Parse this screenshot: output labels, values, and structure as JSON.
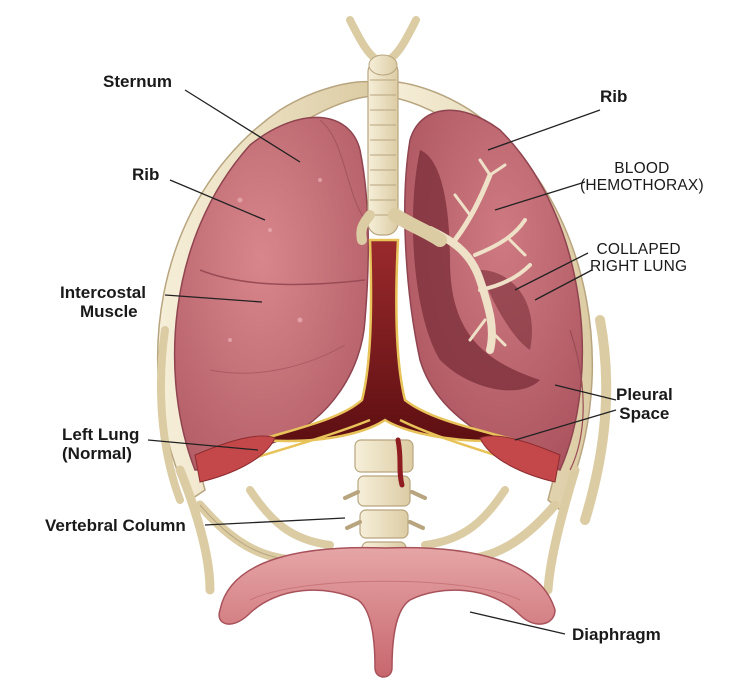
{
  "labels": {
    "sternum": "Sternum",
    "rib_left": "Rib",
    "rib_right": "Rib",
    "intercostal_line1": "Intercostal",
    "intercostal_line2": "Muscle",
    "left_lung_line1": "Left Lung",
    "left_lung_line2": "(Normal)",
    "vertebral_column": "Vertebral Column",
    "blood_line1": "BLOOD",
    "blood_line2": "(HEMOTHORAX)",
    "collapsed_line1": "COLLAPED",
    "collapsed_line2": "RIGHT LUNG",
    "pleural_line1": "Pleural",
    "pleural_line2": "Space",
    "diaphragm": "Diaphragm"
  },
  "colors": {
    "lung_normal": "#c9727a",
    "lung_collapsed": "#b85f6a",
    "blood": "#7d1a1c",
    "bone": "#efe4c8",
    "bone_edge": "#b8a57f",
    "diaphragm": "#d98b8e",
    "muscle": "#c4474a",
    "leader_line": "#222222"
  }
}
